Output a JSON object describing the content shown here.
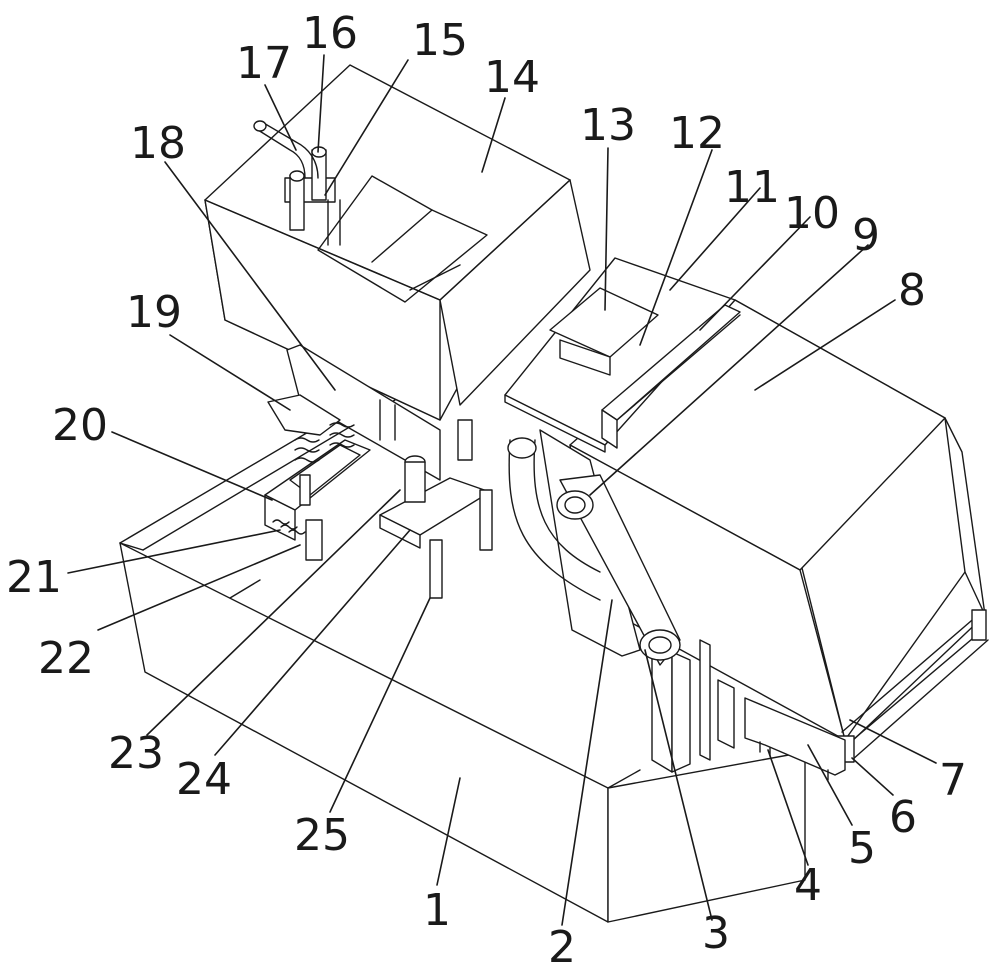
{
  "labels": {
    "l1": "1",
    "l2": "2",
    "l3": "3",
    "l4": "4",
    "l5": "5",
    "l6": "6",
    "l7": "7",
    "l8": "8",
    "l9": "9",
    "l10": "10",
    "l11": "11",
    "l12": "12",
    "l13": "13",
    "l14": "14",
    "l15": "15",
    "l16": "16",
    "l17": "17",
    "l18": "18",
    "l19": "19",
    "l20": "20",
    "l21": "21",
    "l22": "22",
    "l23": "23",
    "l24": "24",
    "l25": "25"
  }
}
